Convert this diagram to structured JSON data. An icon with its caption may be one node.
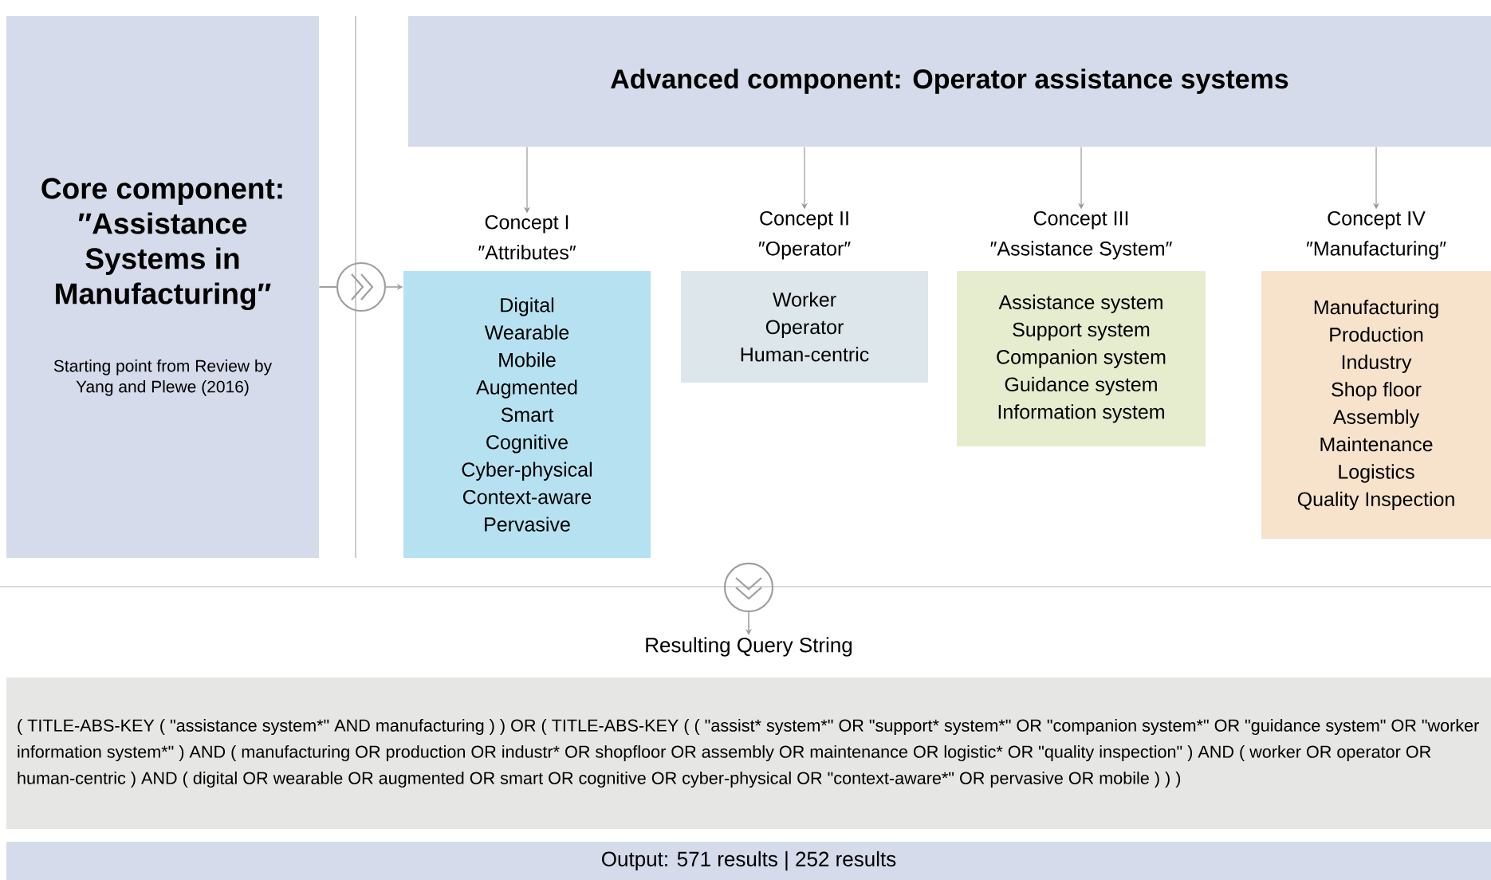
{
  "diagram": {
    "nodes": [
      {
        "text": [
          "Core component: ″Assistance Systems in Manufacturing″",
          "Starting point from Review by Yang and Plewe (2016)"
        ]
      },
      {
        "text": [
          "Advanced component: Operator assistance systems"
        ]
      },
      {
        "text": [
          "Concept I",
          "″Attributes″",
          "Digital",
          "Wearable",
          "Mobile",
          "Augmented",
          "Smart",
          "Cognitive",
          "Cyber-physical",
          "Context-aware",
          "Pervasive"
        ]
      },
      {
        "text": [
          "Concept II",
          "″Operator″",
          "Worker",
          "Operator",
          "Human-centric"
        ]
      },
      {
        "text": [
          "Concept III",
          "″Assistance System″",
          "Assistance system",
          "Support system",
          "Companion system",
          "Guidance system",
          "Information system"
        ]
      },
      {
        "text": [
          "Concept IV",
          "″Manufacturing″",
          "Manufacturing",
          "Production",
          "Industry",
          "Shop floor",
          "Assembly",
          "Maintenance",
          "Logistics",
          "Quality Inspection"
        ]
      },
      {
        "text": [
          "Resulting Query String",
          "( TITLE-ABS-KEY ( \"assistance system*\" AND manufacturing ) ) OR ( TITLE-ABS-KEY ( ( \"assist* system*\" OR \"support* system*\" OR \"companion system*\" OR \"guidance system\" OR \"worker information system*\" ) AND ( manufacturing OR production OR industr* OR shopfloor OR assembly OR maintenance OR logistic* OR \"quality inspection\" ) AND ( worker OR operator OR human-centric ) AND ( digital OR wearable OR augmented OR smart OR cognitive OR cyber-physical OR \"context-aware*\" OR pervasive OR mobile ) ) )"
        ]
      },
      {
        "text": [
          "Output: 571 results | 252 results"
        ]
      }
    ],
    "edges": [
      {
        "from": 0,
        "to": 2,
        "arrow": "to"
      },
      {
        "from": 1,
        "to": 2,
        "arrow": "to"
      },
      {
        "from": 1,
        "to": 3,
        "arrow": "to"
      },
      {
        "from": 1,
        "to": 4,
        "arrow": "to"
      },
      {
        "from": 1,
        "to": 5,
        "arrow": "to"
      },
      {
        "from": null,
        "to": 6,
        "arrow": "to"
      }
    ]
  }
}
